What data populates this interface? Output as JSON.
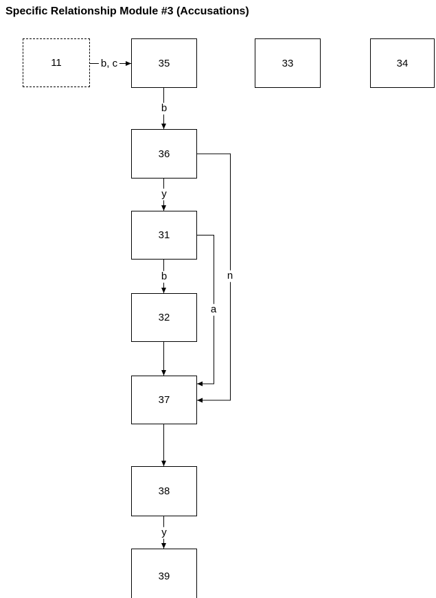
{
  "title": "Specific Relationship Module #3 (Accusations)",
  "nodes": {
    "n11": {
      "label": "11",
      "style": "dashed"
    },
    "n35": {
      "label": "35",
      "style": "solid"
    },
    "n33": {
      "label": "33",
      "style": "solid"
    },
    "n34": {
      "label": "34",
      "style": "solid"
    },
    "n36": {
      "label": "36",
      "style": "solid"
    },
    "n31": {
      "label": "31",
      "style": "solid"
    },
    "n32": {
      "label": "32",
      "style": "solid"
    },
    "n37": {
      "label": "37",
      "style": "solid"
    },
    "n38": {
      "label": "38",
      "style": "solid"
    },
    "n39": {
      "label": "39",
      "style": "solid"
    }
  },
  "edges": {
    "e11_35": {
      "from": "11",
      "to": "35",
      "label": "b, c"
    },
    "e35_36": {
      "from": "35",
      "to": "36",
      "label": "b"
    },
    "e36_31": {
      "from": "36",
      "to": "31",
      "label": "y"
    },
    "e31_32": {
      "from": "31",
      "to": "32",
      "label": "b"
    },
    "e32_37": {
      "from": "32",
      "to": "37",
      "label": ""
    },
    "e31_37": {
      "from": "31",
      "to": "37",
      "label": "a"
    },
    "e36_37": {
      "from": "36",
      "to": "37",
      "label": "n"
    },
    "e37_38": {
      "from": "37",
      "to": "38",
      "label": ""
    },
    "e38_39": {
      "from": "38",
      "to": "39",
      "label": "y"
    }
  },
  "colors": {
    "line": "#000000",
    "text": "#000000",
    "background": "#ffffff"
  }
}
